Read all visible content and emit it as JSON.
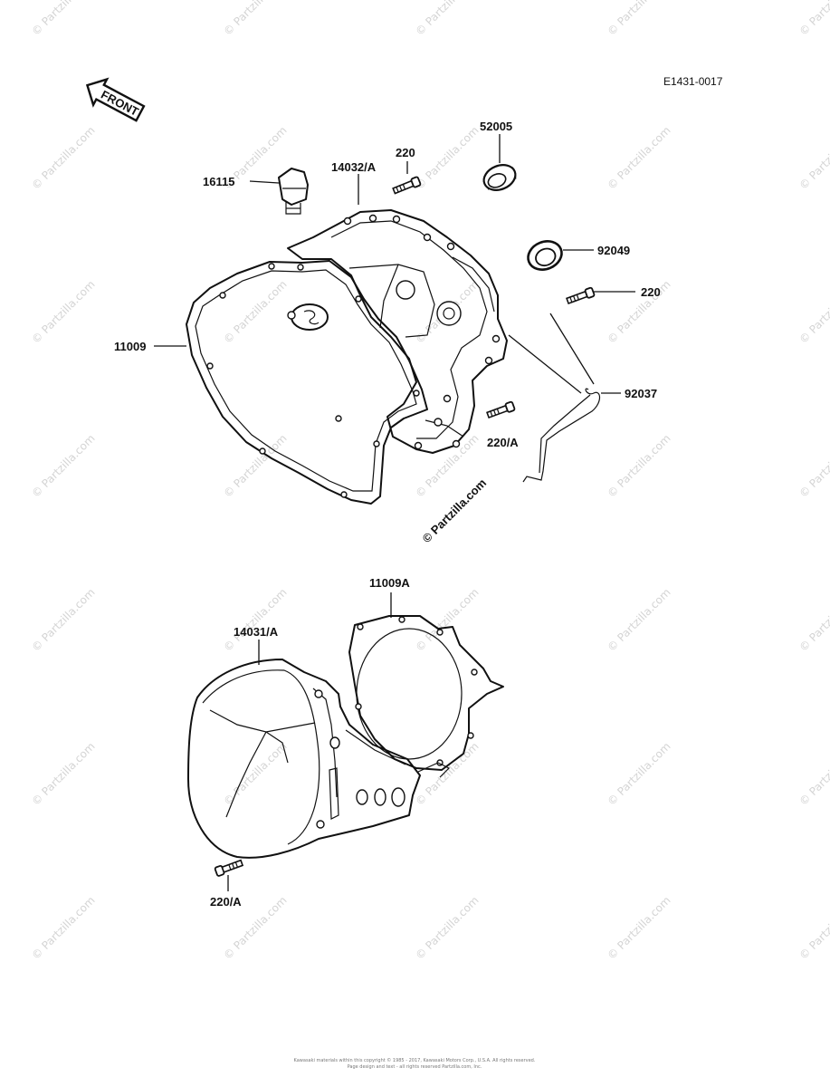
{
  "diagram_code": "E1431-0017",
  "front_label": "FRONT",
  "callouts": {
    "p16115": "16115",
    "p14032a": "14032/A",
    "p220_top": "220",
    "p52005": "52005",
    "p92049": "92049",
    "p220_right": "220",
    "p11009": "11009",
    "p92037": "92037",
    "p220a_mid": "220/A",
    "p11009a": "11009A",
    "p14031a": "14031/A",
    "p220a_bottom": "220/A"
  },
  "watermark": "© Partzilla.com",
  "center_watermark": "© Partzilla.com",
  "footer": {
    "line1": "Kawasaki materials within this copyright © 1985 - 2017, Kawasaki Motors Corp., U.S.A. All rights reserved.",
    "line2": "Page design and text - all rights reserved Partzilla.com, Inc."
  }
}
